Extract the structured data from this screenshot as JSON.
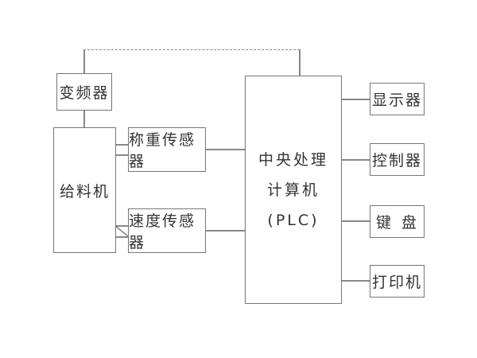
{
  "diagram": {
    "nodes": {
      "inverter": "变频器",
      "feeder": "给料机",
      "weight_sensor": "称重传感器",
      "speed_sensor": "速度传感器",
      "plc_line1": "中央处理",
      "plc_line2": "计算机",
      "plc_line3": "(PLC)",
      "display": "显示器",
      "controller": "控制器",
      "keyboard_char1": "键",
      "keyboard_char2": "盘",
      "printer": "打印机"
    },
    "edges": [
      {
        "from": "plc",
        "to": "inverter",
        "style": "dashed"
      },
      {
        "from": "inverter",
        "to": "feeder",
        "style": "solid"
      },
      {
        "from": "feeder",
        "to": "weight_sensor",
        "style": "solid"
      },
      {
        "from": "feeder",
        "to": "speed_sensor",
        "style": "solid"
      },
      {
        "from": "weight_sensor",
        "to": "plc",
        "style": "solid"
      },
      {
        "from": "speed_sensor",
        "to": "plc",
        "style": "solid"
      },
      {
        "from": "plc",
        "to": "display",
        "style": "solid"
      },
      {
        "from": "plc",
        "to": "controller",
        "style": "solid"
      },
      {
        "from": "plc",
        "to": "keyboard",
        "style": "solid"
      },
      {
        "from": "plc",
        "to": "printer",
        "style": "solid"
      }
    ]
  }
}
